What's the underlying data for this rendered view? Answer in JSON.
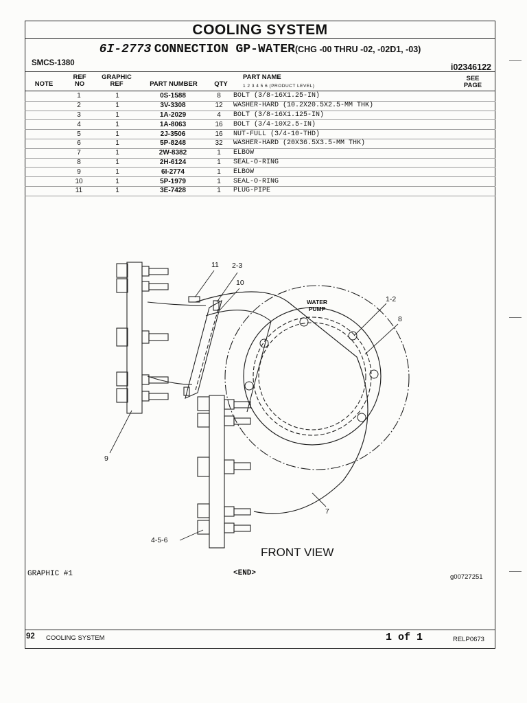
{
  "title": "COOLING SYSTEM",
  "subtitle": {
    "part_number": "6I-2773",
    "name": "CONNECTION GP-WATER",
    "change_range": "(CHG -00 THRU -02, -02D1, -03)"
  },
  "smcs": "SMCS-1380",
  "document_id": "i02346122",
  "headers": {
    "note": "NOTE",
    "ref_no_1": "REF",
    "ref_no_2": "NO",
    "graphic_ref_1": "GRAPHIC",
    "graphic_ref_2": "REF",
    "part_number": "PART NUMBER",
    "qty": "QTY",
    "part_name": "PART NAME",
    "product_level": "1 2 3 4 5 6 (PRODUCT LEVEL)",
    "see_page_1": "SEE",
    "see_page_2": "PAGE"
  },
  "parts": [
    {
      "ref": "1",
      "graphic_ref": "1",
      "part_number": "0S-1588",
      "qty": "8",
      "name": "BOLT (3/8-16X1.25-IN)"
    },
    {
      "ref": "2",
      "graphic_ref": "1",
      "part_number": "3V-3308",
      "qty": "12",
      "name": "WASHER-HARD (10.2X20.5X2.5-MM THK)"
    },
    {
      "ref": "3",
      "graphic_ref": "1",
      "part_number": "1A-2029",
      "qty": "4",
      "name": "BOLT (3/8-16X1.125-IN)"
    },
    {
      "ref": "4",
      "graphic_ref": "1",
      "part_number": "1A-8063",
      "qty": "16",
      "name": "BOLT (3/4-10X2.5-IN)"
    },
    {
      "ref": "5",
      "graphic_ref": "1",
      "part_number": "2J-3506",
      "qty": "16",
      "name": "NUT-FULL (3/4-10-THD)"
    },
    {
      "ref": "6",
      "graphic_ref": "1",
      "part_number": "5P-8248",
      "qty": "32",
      "name": "WASHER-HARD (20X36.5X3.5-MM THK)"
    },
    {
      "ref": "7",
      "graphic_ref": "1",
      "part_number": "2W-8382",
      "qty": "1",
      "name": "ELBOW"
    },
    {
      "ref": "8",
      "graphic_ref": "1",
      "part_number": "2H-6124",
      "qty": "1",
      "name": "SEAL-O-RING"
    },
    {
      "ref": "9",
      "graphic_ref": "1",
      "part_number": "6I-2774",
      "qty": "1",
      "name": "ELBOW"
    },
    {
      "ref": "10",
      "graphic_ref": "1",
      "part_number": "5P-1979",
      "qty": "1",
      "name": "SEAL-O-RING"
    },
    {
      "ref": "11",
      "graphic_ref": "1",
      "part_number": "3E-7428",
      "qty": "1",
      "name": "PLUG-PIPE"
    }
  ],
  "diagram": {
    "view_label": "FRONT VIEW",
    "pump_label_1": "WATER",
    "pump_label_2": "PUMP",
    "callouts": {
      "c11": "11",
      "c2_3": "2-3",
      "c10": "10",
      "c1_2": "1-2",
      "c8": "8",
      "c9": "9",
      "c7": "7",
      "c4_5_6": "4-5-6"
    }
  },
  "graphic_label": "GRAPHIC #1",
  "end_label": "<END>",
  "graphic_number": "g00727251",
  "footer": {
    "page_number": "92",
    "section": "COOLING SYSTEM",
    "page_of": "1 of 1",
    "release": "RELP0673"
  }
}
